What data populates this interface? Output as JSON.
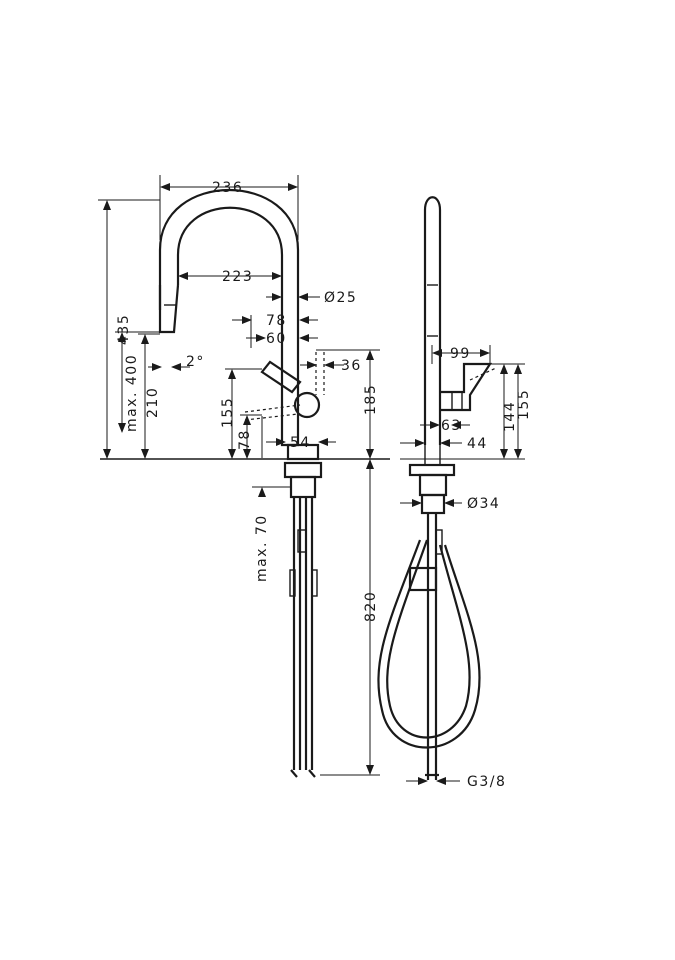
{
  "dimensions": {
    "d236": "236",
    "d223": "223",
    "d25": "Ø25",
    "d78a": "78",
    "d60": "60",
    "d36": "36",
    "d435": "435",
    "d400": "max. 400",
    "d210": "210",
    "d2deg": "2°",
    "d155a": "155",
    "d78b": "78",
    "d54": "54",
    "d185": "185",
    "d70": "max. 70",
    "d820": "820",
    "d99": "99",
    "d63": "63",
    "d44": "44",
    "d144": "144",
    "d155b": "155",
    "d34": "Ø34",
    "dG38": "G3/8"
  }
}
